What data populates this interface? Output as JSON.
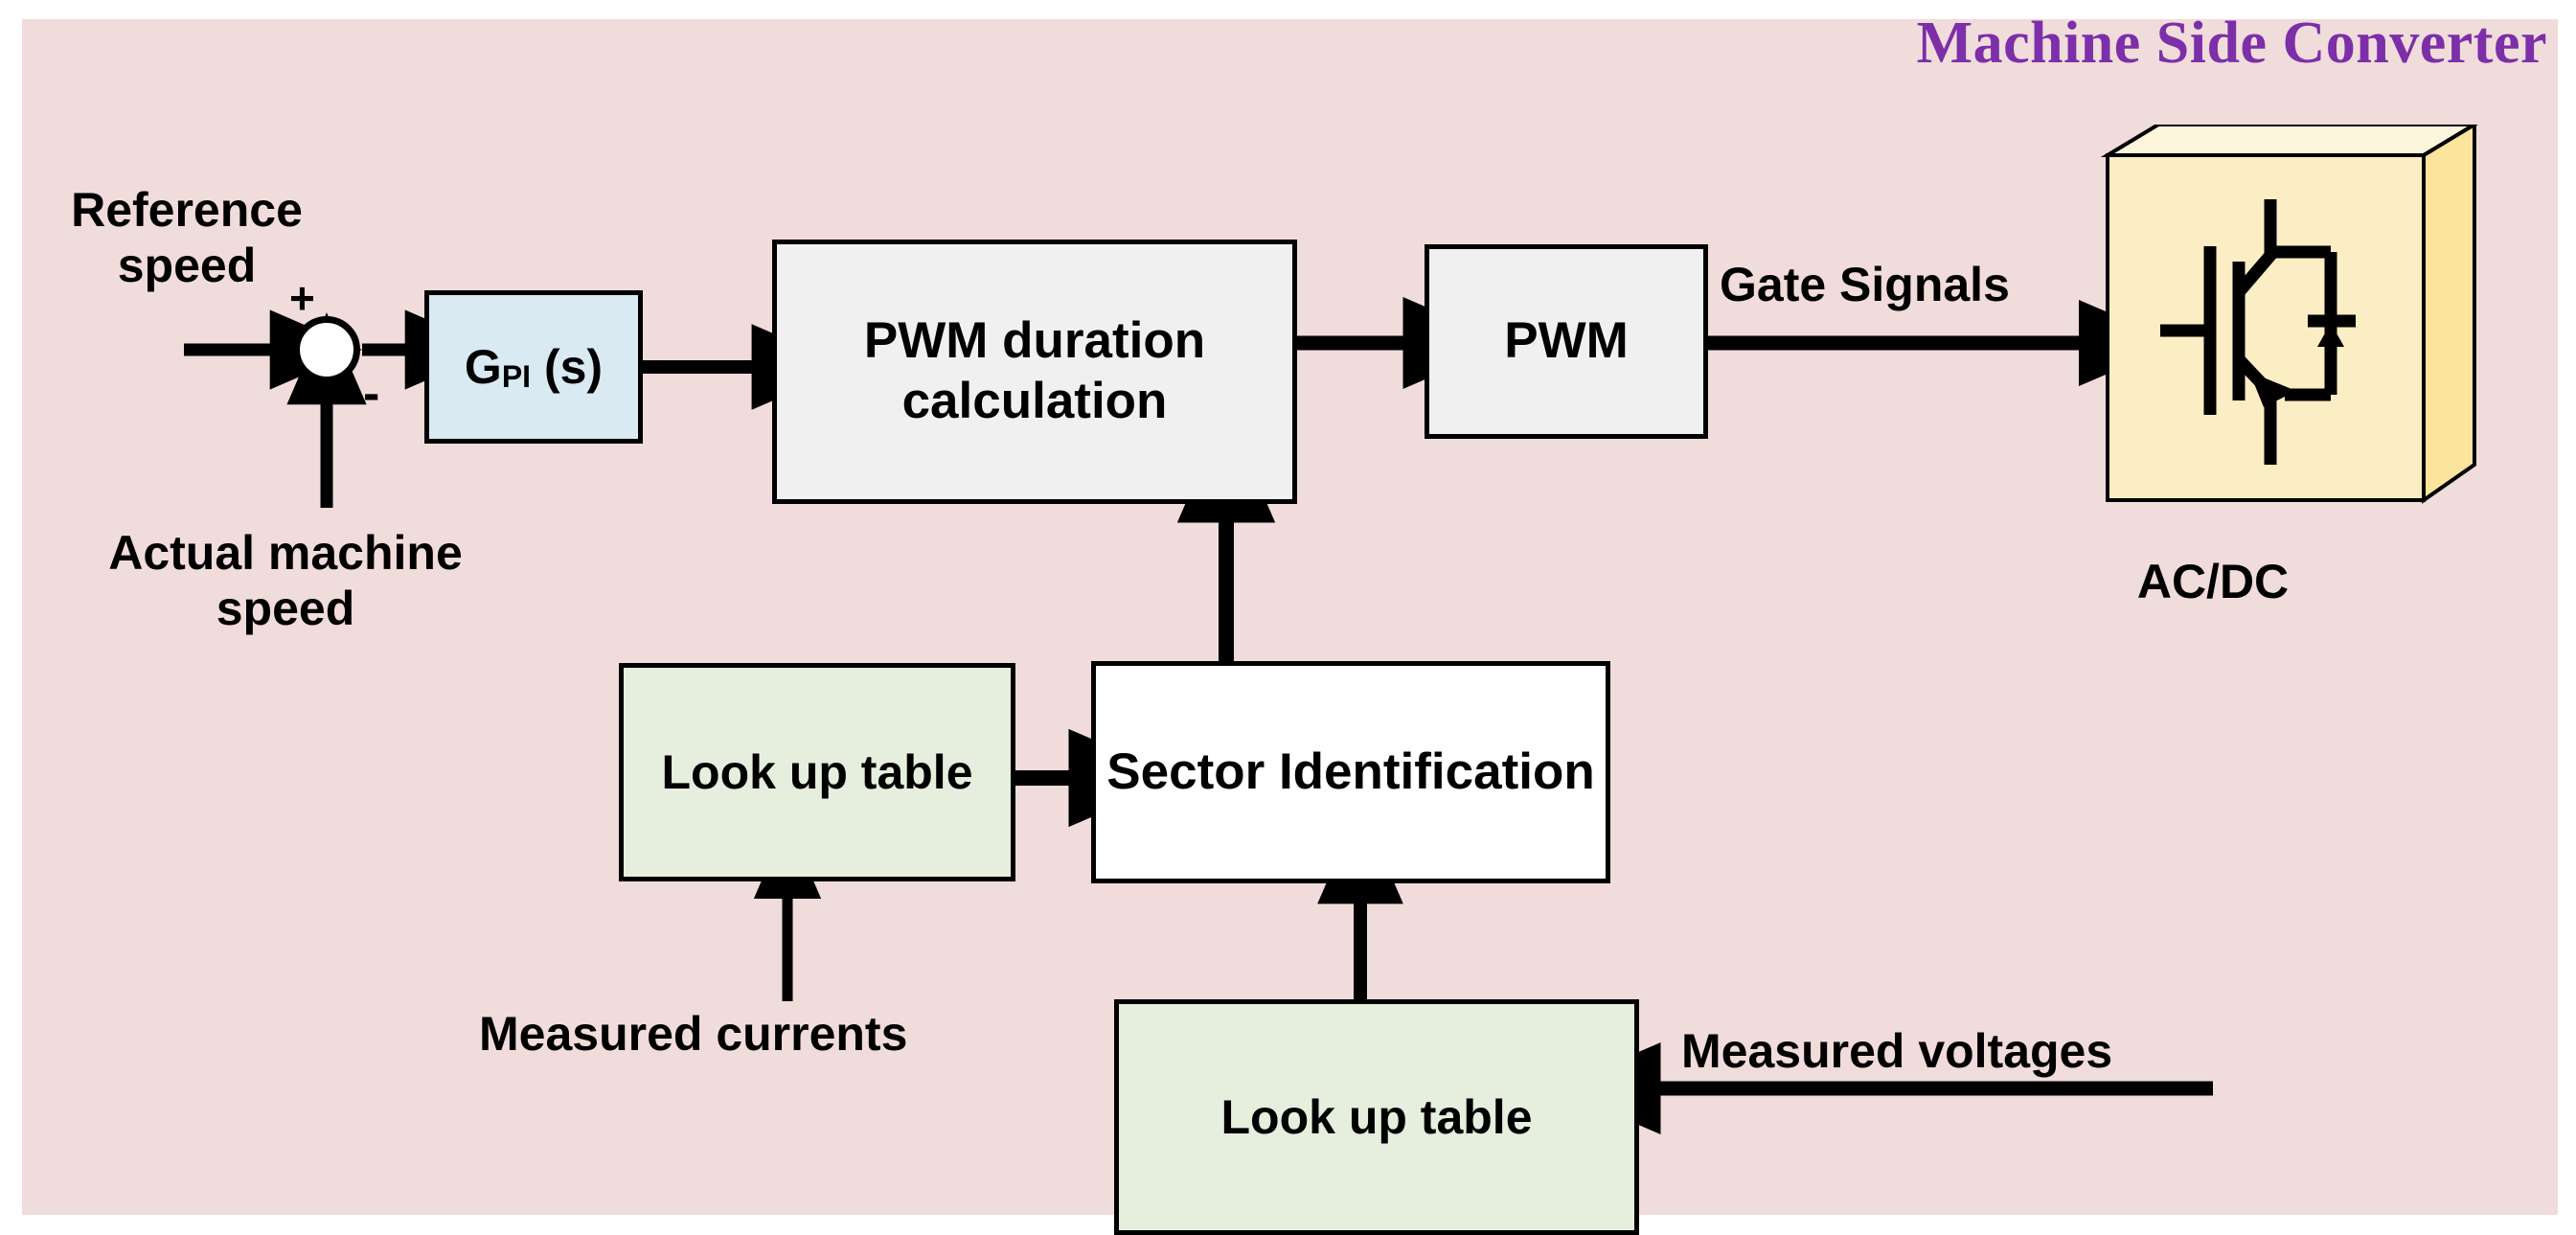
{
  "title": "Machine Side Converter",
  "colors": {
    "background": "#f0dcda",
    "title": "#7c2fa8",
    "pi_block": "#d9eaf2",
    "gray_block": "#f0f0f0",
    "green_block": "#e6eede",
    "white_block": "#ffffff",
    "converter_front": "#fceec4",
    "converter_top": "#fdf6dd",
    "converter_side": "#fbe49b",
    "line": "#000000"
  },
  "blocks": {
    "pi_controller": {
      "label_main": "G",
      "label_sub": "PI",
      "label_tail": " (s)"
    },
    "pwm_duration": {
      "label": "PWM duration\ncalculation"
    },
    "pwm": {
      "label": "PWM"
    },
    "lookup_currents": {
      "label": "Look up table"
    },
    "sector_identification": {
      "label": "Sector\nIdentification"
    },
    "lookup_voltages": {
      "label": "Look up table"
    },
    "converter": {
      "caption": "AC/DC",
      "symbol": "igbt-with-freewheeling-diode"
    }
  },
  "junction": {
    "plus_sign": "+",
    "minus_sign": "-"
  },
  "labels": {
    "reference_speed": "Reference\nspeed",
    "actual_machine_speed": "Actual machine\nspeed",
    "gate_signals": "Gate Signals",
    "measured_currents": "Measured currents",
    "measured_voltages": "Measured voltages"
  },
  "signal_flow": [
    {
      "from": "reference-speed-input",
      "to": "sum-junction",
      "sign": "+",
      "direction": "right"
    },
    {
      "from": "actual-machine-speed-input",
      "to": "sum-junction",
      "sign": "-",
      "direction": "up"
    },
    {
      "from": "sum-junction",
      "to": "pi_controller",
      "direction": "right"
    },
    {
      "from": "pi_controller",
      "to": "pwm_duration",
      "direction": "right"
    },
    {
      "from": "pwm_duration",
      "to": "pwm",
      "direction": "right"
    },
    {
      "from": "pwm",
      "to": "converter",
      "label": "Gate Signals",
      "direction": "right"
    },
    {
      "from": "sector_identification",
      "to": "pwm_duration",
      "direction": "up"
    },
    {
      "from": "lookup_currents",
      "to": "sector_identification",
      "direction": "right"
    },
    {
      "from": "measured-currents-input",
      "to": "lookup_currents",
      "direction": "up"
    },
    {
      "from": "lookup_voltages",
      "to": "sector_identification",
      "direction": "up"
    },
    {
      "from": "measured-voltages-input",
      "to": "lookup_voltages",
      "label": "Measured voltages",
      "direction": "left"
    }
  ]
}
